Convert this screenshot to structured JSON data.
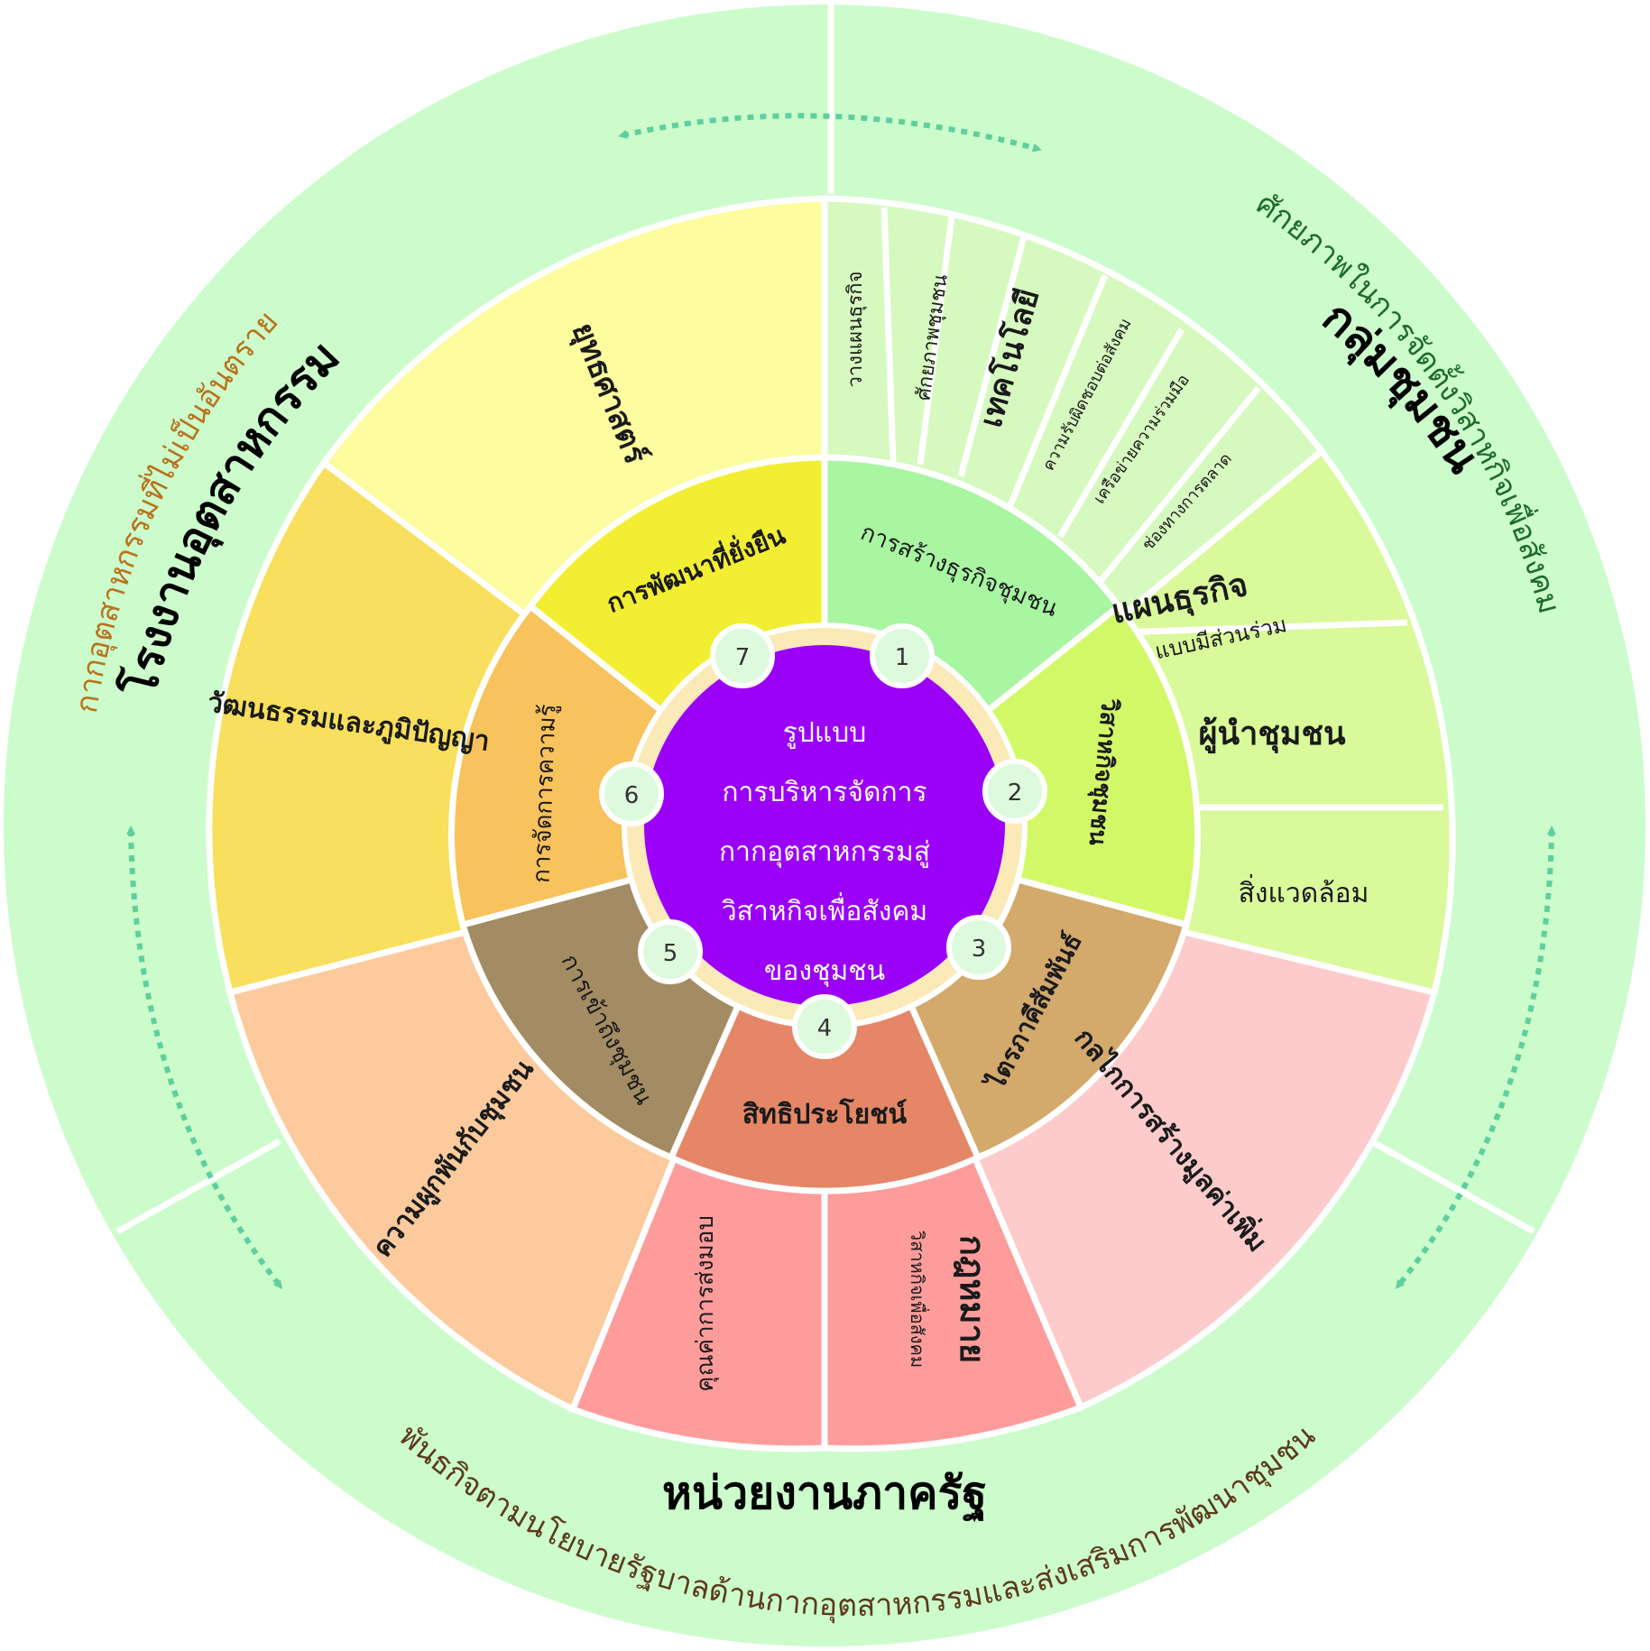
{
  "center": {
    "lines": [
      "รูปแบบ",
      "การบริหารจัดการ",
      "กากอุตสาหกรรมสู่",
      "วิสาหกิจเพื่อสังคม",
      "ของชุมชน"
    ]
  },
  "numbers": [
    "1",
    "2",
    "3",
    "4",
    "5",
    "6",
    "7"
  ],
  "inner_ring": [
    {
      "label": "การสร้างธุรกิจชุมชน",
      "color": "#a8f5a2"
    },
    {
      "label": "วิสาหกิจชุมชน",
      "color": "#d2f868"
    },
    {
      "label": "ไตรภาคีสัมพันธ์",
      "color": "#d3a96c"
    },
    {
      "label": "สิทธิประโยชน์",
      "color": "#e58766"
    },
    {
      "label": "การเข้าถึงชุมชน",
      "color": "#a38c63"
    },
    {
      "label": "การจัดการความรู้",
      "color": "#f8c25c"
    },
    {
      "label": "การพัฒนาที่ยั่งยืน",
      "color": "#f2ef32"
    }
  ],
  "outer_ring": {
    "community_thin": [
      "วางแผนธุรกิจ",
      "ศักยภาพชุมชน",
      "เทคโนโลยี",
      "ความรับผิดชอบต่อสังคม",
      "เครือข่ายความร่วมมือ",
      "ช่องทางการตลาด"
    ],
    "community_thin_color": "#d6f9bf",
    "community_blocks": [
      {
        "label": "แผนธุรกิจ",
        "sub": "แบบมีส่วนร่วม"
      },
      {
        "label": "ผู้นำชุมชน"
      },
      {
        "label": "สิ่งแวดล้อม"
      }
    ],
    "community_block_color": "#d9f99a",
    "value_added": {
      "label": "กลไกการสร้างมูลค่าเพิ่ม",
      "color": "#fdcbcb"
    },
    "law": {
      "label": "กฎหมาย",
      "sub": "วิสาหกิจเพื่อสังคม",
      "color": "#fe9c9c"
    },
    "delivery": {
      "label": "คุณค่าการส่งมอบ",
      "color": "#fe9c9c"
    },
    "bond": {
      "label": "ความผูกพันกับชุมชน",
      "color": "#fcca9d"
    },
    "culture": {
      "label": "วัฒนธรรมและภูมิปัญญา",
      "color": "#f8df5d"
    },
    "strategy": {
      "label": "ยุทธศาสตร์",
      "color": "#fdfc9e"
    }
  },
  "stakeholders": {
    "community": {
      "title": "กลุ่มชุมชน",
      "subtitle": "ศักยภาพในการจัดตั้งวิสาหกิจเพื่อสังคม"
    },
    "factory": {
      "title": "โรงงานอุตสาหกรรม",
      "subtitle": "กากอุตสาหกรรมที่ไม่เป็นอันตราย"
    },
    "government": {
      "title": "หน่วยงานภาครัฐ",
      "subtitle": "พันธกิจตามนโยบายรัฐบาลด้านกากอุตสาหกรรมและส่งเสริมการพัฒนาชุมชน"
    }
  },
  "colors": {
    "outer_band": "#ccfccc",
    "center": "#9b00f7",
    "badge": "#defade",
    "arrow": "#5fcf9e",
    "factory_subtitle": "#b8731c",
    "community_subtitle": "#1f6b2b",
    "government_subtitle": "#5c3a1a"
  }
}
